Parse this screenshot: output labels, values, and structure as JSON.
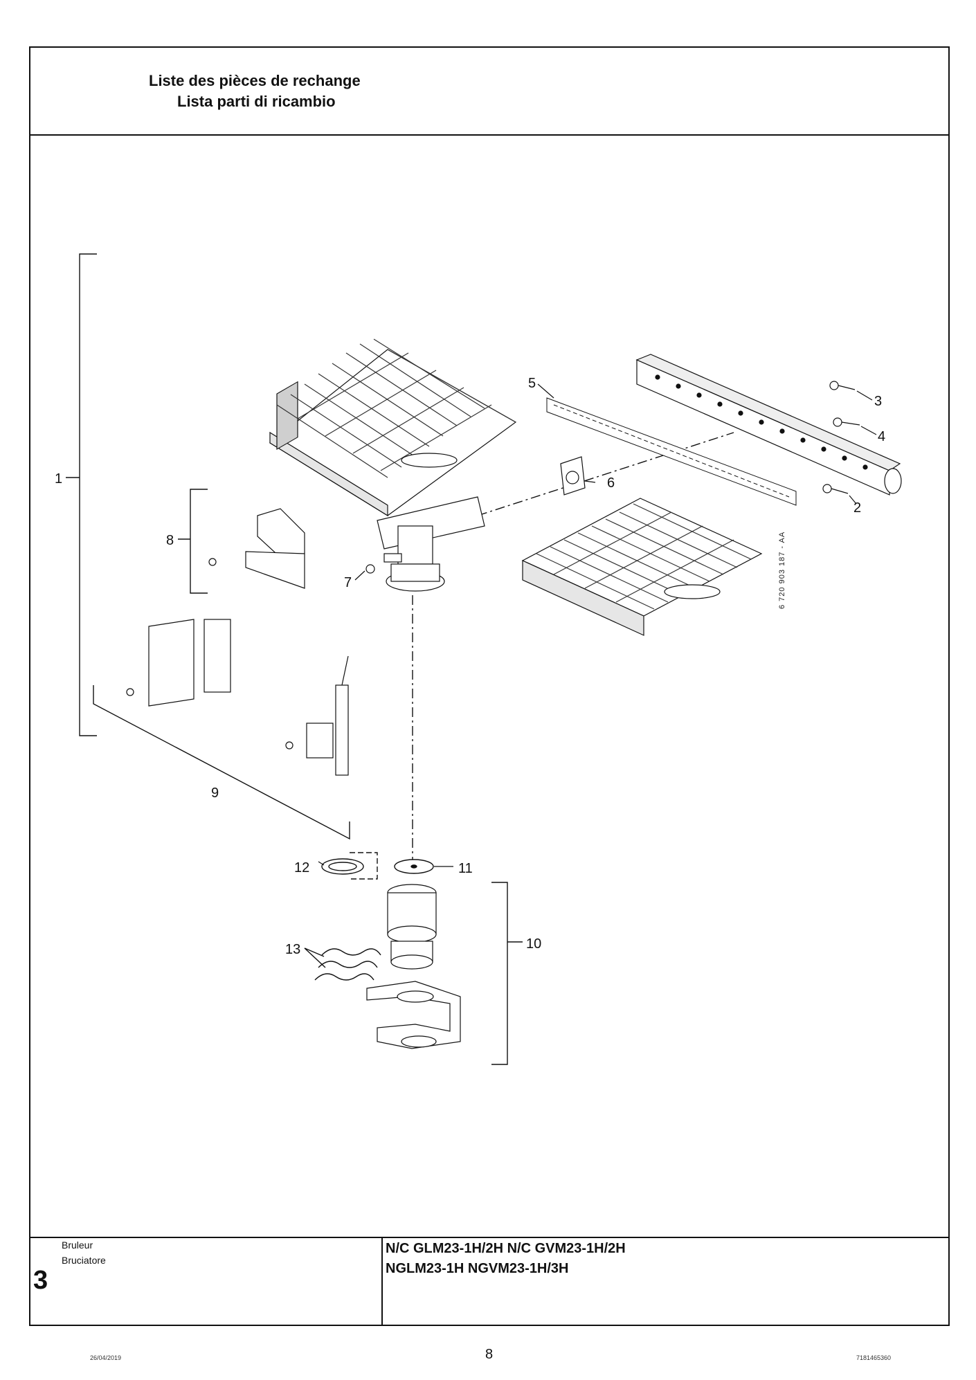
{
  "header": {
    "title_fr": "Liste des pièces de rechange",
    "title_it": "Lista parti di ricambio"
  },
  "diagram": {
    "callouts": [
      "1",
      "2",
      "3",
      "4",
      "5",
      "6",
      "7",
      "8",
      "9",
      "10",
      "11",
      "12",
      "13"
    ],
    "drawing_code": "6 720 903 187 - AA"
  },
  "section": {
    "number": "3",
    "name_fr": "Bruleur",
    "name_it": "Bruciatore"
  },
  "models": {
    "line1": "N/C GLM23-1H/2H N/C GVM23-1H/2H",
    "line2": "NGLM23-1H NGVM23-1H/3H"
  },
  "footer": {
    "date": "26/04/2019",
    "page": "8",
    "doc_number": "7181465360"
  }
}
